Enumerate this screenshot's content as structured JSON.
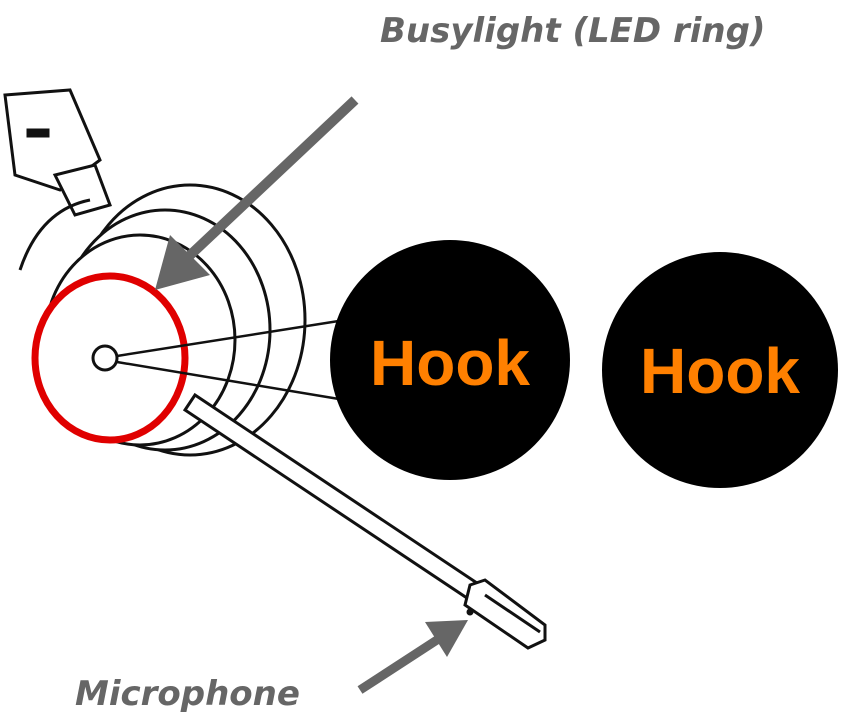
{
  "labels": {
    "busylight": "Busylight (LED ring)",
    "microphone": "Microphone"
  },
  "callouts": [
    {
      "text": "Hook"
    },
    {
      "text": "Hook"
    }
  ],
  "colors": {
    "led_ring": "#e00000",
    "hook_text": "#ff8000",
    "callout_fill": "#000000",
    "arrow": "#666666"
  }
}
